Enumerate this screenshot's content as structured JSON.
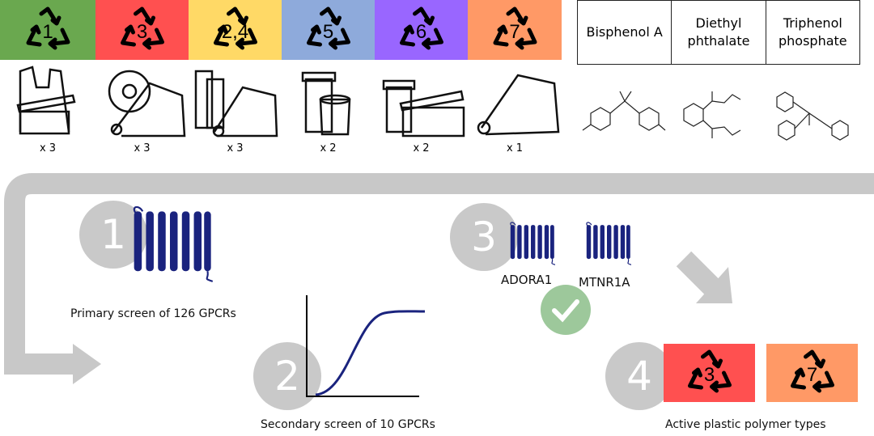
{
  "plastics": [
    {
      "code": "1",
      "color": "#6aa84f",
      "count": "x 3"
    },
    {
      "code": "3",
      "color": "#ff5050",
      "count": "x 3"
    },
    {
      "code": "2,4",
      "color": "#ffd966",
      "count": "x 3"
    },
    {
      "code": "5",
      "color": "#8eaadb",
      "count": "x 2"
    },
    {
      "code": "6",
      "color": "#9966ff",
      "count": "x 2"
    },
    {
      "code": "7",
      "color": "#ff9966",
      "count": "x 1"
    }
  ],
  "chemicals": [
    "Bisphenol A",
    "Diethyl phthalate",
    "Triphenol phosphate"
  ],
  "steps": {
    "s1": {
      "number": "1",
      "caption": "Primary screen of 126 GPCRs"
    },
    "s2": {
      "number": "2",
      "caption": "Secondary screen of 10 GPCRs"
    },
    "s3": {
      "number": "3",
      "genes": [
        "ADORA1",
        "MTNR1A"
      ]
    },
    "s4": {
      "number": "4",
      "caption": "Active plastic polymer types",
      "codes": [
        {
          "code": "3",
          "color": "#ff5050"
        },
        {
          "code": "7",
          "color": "#ff9966"
        }
      ]
    }
  },
  "colors": {
    "arrow": "#c8c8c8",
    "gpcr": "#1a237e",
    "check": "#9dc89b"
  }
}
